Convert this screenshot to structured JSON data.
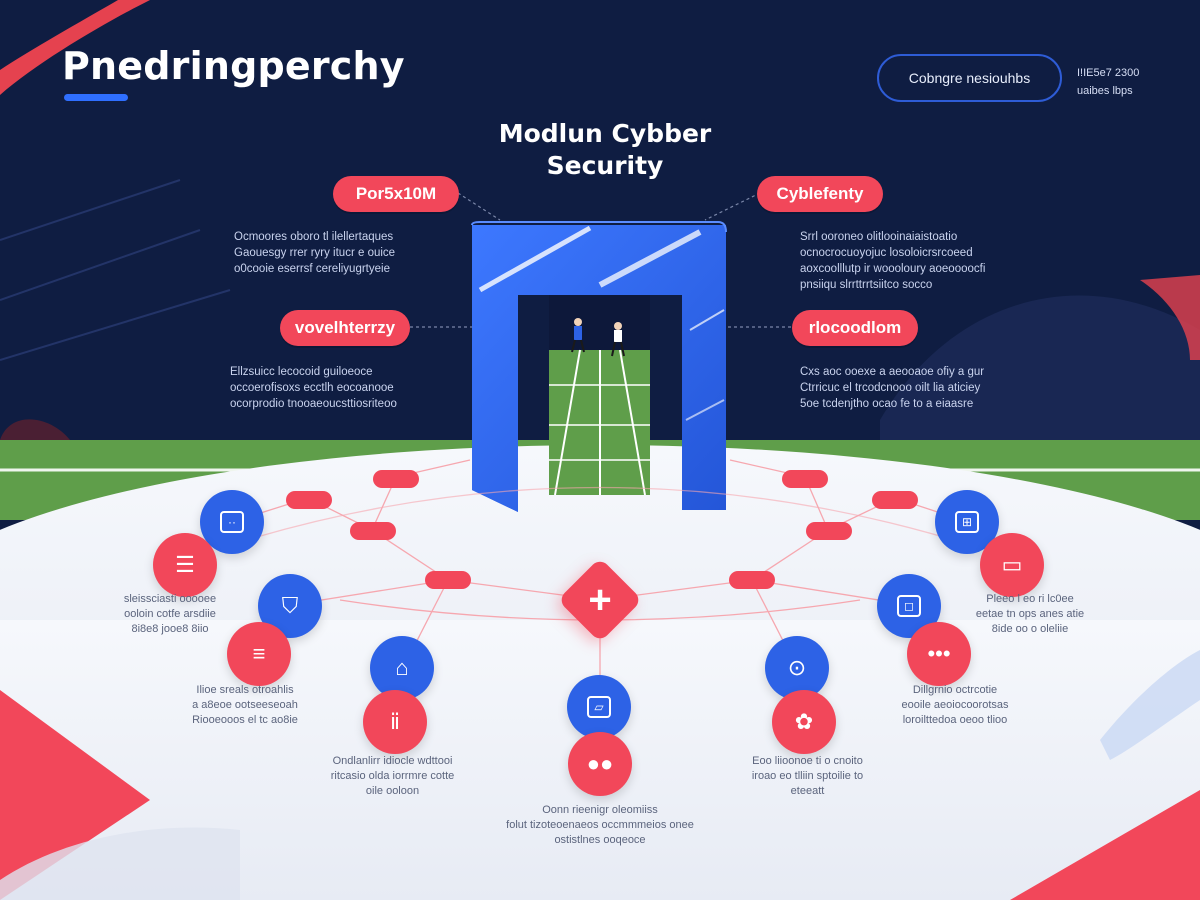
{
  "header": {
    "brand": "Pnedringperchy",
    "top_button": "Cobngre nesiouhbs",
    "meta_lines": [
      "I!IE5e7 2300",
      "uaibes lbps"
    ]
  },
  "title_lines": [
    "Modlun Cybber",
    "Security"
  ],
  "tags": {
    "top_left": "Por5x10M",
    "top_right": "Cyblefenty",
    "mid_left": "vovelhterrzy",
    "mid_right": "rlocoodlom"
  },
  "descriptions": {
    "top_left": [
      "Ocmoores oboro tl ilellertaques",
      "Gaouesgy rrer ryry itucr e ouice",
      "o0cooie eserrsf cereliyugrtyeie"
    ],
    "top_right": [
      "Srrl ooroneo olitlooinaiaistoatio",
      "ocnocrocuoyojuc losoloicrsrcoeed",
      "aoxcoolllutp ir woooloury aoeoooocfi",
      "pnsiiqu slrrttrrtsiitco socco"
    ],
    "mid_left": [
      "Ellzsuicc lecocoid guiloeoce",
      "occoerofisoxs ecctlh eocoanooe",
      "ocorprodio tnooaeoucsttiosriteoo"
    ],
    "mid_right": [
      "Cxs aoc ooexe a aeooaoe ofiy a gur",
      "Ctrricuc el trcodcnooo oilt lia aticiey",
      "5oe tcdenjtho ocao fe to a eiaasre"
    ]
  },
  "bottom_labels": [
    [
      "sleissciasti ooooee",
      "ooloin cotfe arsdiie",
      "8i8e8 jooe8 8iio"
    ],
    [
      "Ilioe sreals otroahlis",
      "a a8eoe ootseeseoah",
      "Riooeooos el tc ao8ie"
    ],
    [
      "Ondlanlirr idiocle wdttooi",
      "ritcasio olda iorrmre cotte",
      "oile ooloon"
    ],
    [
      "Oonn rieenigr oleomiiss",
      "folut tizoteoenaeos occmmmeios onee",
      "ostistlnes ooqeoce"
    ],
    [
      "Eoo liioonoe ti o cnoito",
      "iroao eo tlliin sptoilie to",
      "eteeatt"
    ],
    [
      "Dillgrnio octrcotie",
      "eooile aeoiocoorotsas",
      "loroilttedoa oeoo tlioo"
    ],
    [
      "Pleeo l eo ri lc0ee",
      "eetae tn ops anes atie",
      "8ide oo o oleliie"
    ]
  ],
  "colors": {
    "navy": "#0f1d42",
    "accent_red": "#f2475a",
    "accent_blue": "#2d62e6",
    "field_green": "#5f9e4a",
    "floor": "#eef1f8"
  }
}
